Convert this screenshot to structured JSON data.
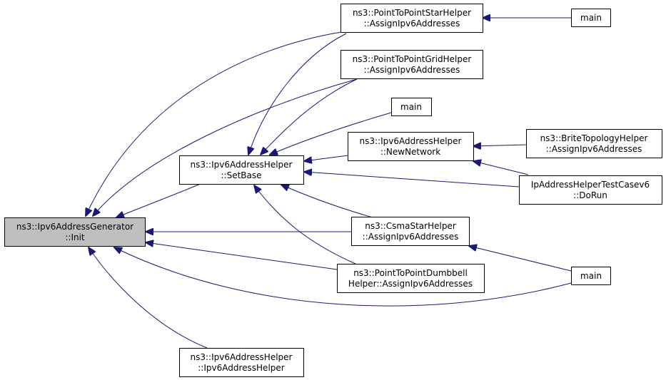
{
  "nodes": {
    "ipv6_generator_init": {
      "line1": "ns3::Ipv6AddressGenerator",
      "line2": "::Init"
    },
    "ipv6_helper_setbase": {
      "line1": "ns3::Ipv6AddressHelper",
      "line2": "::SetBase"
    },
    "ipv6_helper_ctor": {
      "line1": "ns3::Ipv6AddressHelper",
      "line2": "::Ipv6AddressHelper"
    },
    "p2p_star_assign": {
      "line1": "ns3::PointToPointStarHelper",
      "line2": "::AssignIpv6Addresses"
    },
    "p2p_grid_assign": {
      "line1": "ns3::PointToPointGridHelper",
      "line2": "::AssignIpv6Addresses"
    },
    "main_a": {
      "line1": "main"
    },
    "ipv6_helper_newnetwork": {
      "line1": "ns3::Ipv6AddressHelper",
      "line2": "::NewNetwork"
    },
    "csma_star_assign": {
      "line1": "ns3::CsmaStarHelper",
      "line2": "::AssignIpv6Addresses"
    },
    "p2p_dumbbell_assign": {
      "line1": "ns3::PointToPointDumbbell",
      "line2": "Helper::AssignIpv6Addresses"
    },
    "main_b": {
      "line1": "main"
    },
    "brite_assign": {
      "line1": "ns3::BriteTopologyHelper",
      "line2": "::AssignIpv6Addresses"
    },
    "ip_testcase_dorun": {
      "line1": "IpAddressHelperTestCasev6",
      "line2": "::DoRun"
    },
    "main_c": {
      "line1": "main"
    }
  },
  "edges": [
    {
      "from": "ipv6_helper_setbase",
      "to": "ipv6_generator_init"
    },
    {
      "from": "p2p_star_assign",
      "to": "ipv6_generator_init"
    },
    {
      "from": "p2p_grid_assign",
      "to": "ipv6_generator_init"
    },
    {
      "from": "csma_star_assign",
      "to": "ipv6_generator_init"
    },
    {
      "from": "p2p_dumbbell_assign",
      "to": "ipv6_generator_init"
    },
    {
      "from": "main_c",
      "to": "ipv6_generator_init"
    },
    {
      "from": "ipv6_helper_ctor",
      "to": "ipv6_generator_init"
    },
    {
      "from": "p2p_star_assign",
      "to": "ipv6_helper_setbase"
    },
    {
      "from": "p2p_grid_assign",
      "to": "ipv6_helper_setbase"
    },
    {
      "from": "main_a",
      "to": "ipv6_helper_setbase"
    },
    {
      "from": "ipv6_helper_newnetwork",
      "to": "ipv6_helper_setbase"
    },
    {
      "from": "ip_testcase_dorun",
      "to": "ipv6_helper_setbase"
    },
    {
      "from": "csma_star_assign",
      "to": "ipv6_helper_setbase"
    },
    {
      "from": "p2p_dumbbell_assign",
      "to": "ipv6_helper_setbase"
    },
    {
      "from": "main_b",
      "to": "p2p_star_assign"
    },
    {
      "from": "brite_assign",
      "to": "ipv6_helper_newnetwork"
    },
    {
      "from": "ip_testcase_dorun",
      "to": "ipv6_helper_newnetwork"
    },
    {
      "from": "main_c",
      "to": "csma_star_assign"
    }
  ],
  "colors": {
    "edge": "#191970",
    "root_fill": "#bfbfbf",
    "node_fill": "#ffffff",
    "node_border": "#000000"
  }
}
